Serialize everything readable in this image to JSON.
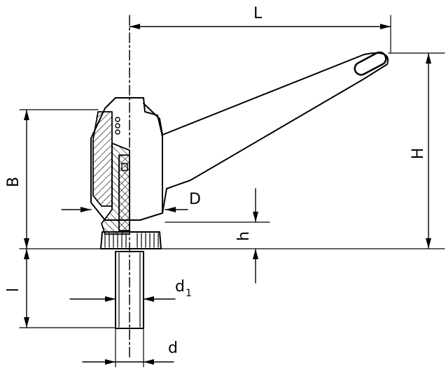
{
  "labels": {
    "L": "L",
    "H": "H",
    "B": "B",
    "D": "D",
    "h": "h",
    "l": "l",
    "d1_base": "d",
    "d1_sub": "1",
    "d": "d"
  }
}
